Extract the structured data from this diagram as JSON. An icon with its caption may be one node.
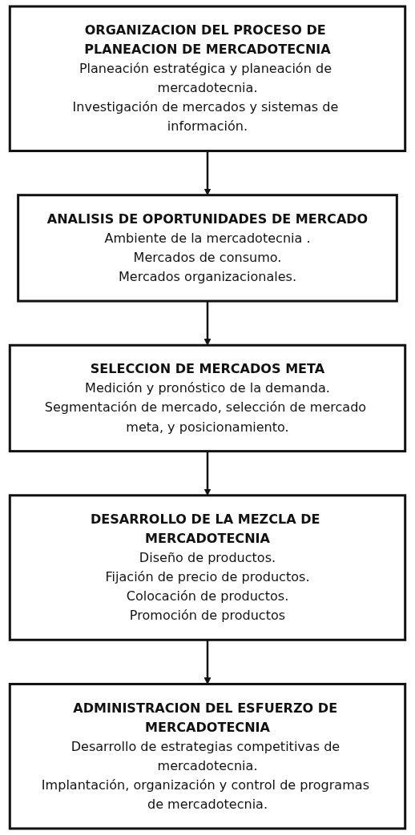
{
  "diagram": {
    "nodes": [
      {
        "text": [
          "ORGANIZACION DEL PROCESO DE PLANEACION DE MERCADOTECNIA",
          "Planeación estratégica y planeación de mercadotecnia.",
          "Investigación de mercados y sistemas de información."
        ]
      },
      {
        "text": [
          "ANALISIS DE OPORTUNIDADES DE MERCADO",
          "Ambiente de la mercadotecnia .",
          "Mercados de consumo.",
          "Mercados organizacionales."
        ]
      },
      {
        "text": [
          "SELECCION DE MERCADOS META",
          "Medición y pronóstico de la demanda.",
          "Segmentación de mercado, selección de mercado meta, y posicionamiento."
        ]
      },
      {
        "text": [
          "DESARROLLO DE LA MEZCLA DE MERCADOTECNIA",
          "Diseño de productos.",
          "Fijación de precio de productos.",
          "Colocación de productos.",
          "Promoción de productos"
        ]
      },
      {
        "text": [
          "ADMINISTRACION DEL ESFUERZO DE MERCADOTECNIA",
          "Desarrollo de estrategias competitivas de mercadotecnia.",
          "Implantación, organización y control de programas de mercadotecnia."
        ]
      }
    ],
    "edges": [
      {
        "from": 0,
        "to": 1,
        "arrow": "to"
      },
      {
        "from": 1,
        "to": 2,
        "arrow": "to"
      },
      {
        "from": 2,
        "to": 3,
        "arrow": "to"
      },
      {
        "from": 3,
        "to": 4,
        "arrow": "to"
      }
    ]
  }
}
